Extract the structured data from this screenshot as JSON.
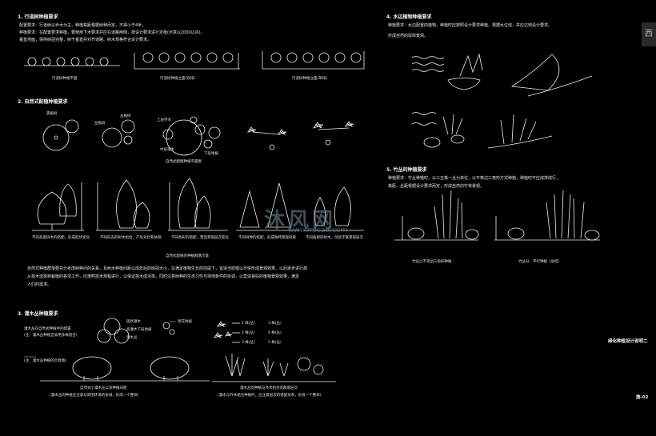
{
  "sections": {
    "s1": {
      "title": "1. 行道树种植要求",
      "lines": [
        "配置要求：行道树以乔木为主，种植株距根据树种而定，不得小于4米，",
        "种植要求：在配置要求种植，要使用下木要求并应在道路两侧，按设计要求进行定植(示意以2000以内)，",
        "            垂直地面，保持树冠完整，树干垂直并对齐道路、树木规格符合设计要求。"
      ],
      "captions": [
        "行道树种植平面",
        "行道树种植立面(双排)",
        "行道树种植立面(单排)"
      ]
    },
    "s2": {
      "title": "2. 自然式配植种植要求",
      "plan_caption": "自然式配植种植平面图",
      "callouts": [
        "孤植树",
        "丛植树",
        "丛植树",
        "上层乔木",
        "中层灌木",
        "下层地被"
      ],
      "elev_captions": [
        "不同高度树木的搭配，形成起伏变化",
        "不同形态的树木组合，产生对比和协调",
        "不同色彩的搭配，营造景观层次变化",
        "不同树种的搭配，形成独特景观效果",
        "不同质感的树木，创造丰富景观层次"
      ],
      "group_caption": "自然式配植的种植群落示意",
      "paragraph": [
        "自然式种植群落要充分考虑树种间的关系，且树木种植间距以成年后的树冠大小，在满足植物生长的前提下，宜适当密植以尽快形成景观效果，以后逐步进行疏",
        "从苗木选择到栽植的各项工作，应按照技术规程进行，以保证苗木成活率。同时注意树种的生态习性与场地条件的协调，以营造良好的植物景观效果，满足",
        "人们的需求。"
      ]
    },
    "s3": {
      "title": "3. 灌木丛种植要求",
      "left_lines": [
        "灌木丛在自然式种植中的配置",
        "(注：灌木丛种植宜采用多株组合)"
      ],
      "bush_labels": [
        "团状灌木",
        "高灌木下层地被",
        "灌木丛"
      ],
      "legend_top": "草花地被",
      "legend_grid": [
        [
          "1 株(丛)",
          "3 株(丛)"
        ],
        [
          "2 株(丛)",
          "4 株(丛)"
        ],
        [
          "3 株(丛)",
          "5 株(丛)"
        ]
      ],
      "left_note": "(注：灌木丛种植的示意图)",
      "captions": [
        "自然式小灌木丛以及种植间距",
        "灌木丛的种植与乔木组合的群落层次"
      ],
      "sub_captions": [
        "(灌木丛的种植应注意与周围环境的协调，形成一个整体)",
        "(灌木与乔木组合种植时，应注意层次的搭配关系，形成一个整体)"
      ]
    },
    "s4": {
      "title": "4. 水边植物种植要求",
      "lines": [
        "种植要求：水边配置的植物，种植时应按照设计要求种植，根据水位线，并应达到设计要求。",
        "            形成自然的驳岸景观。"
      ]
    },
    "s5": {
      "title": "5. 竹丛的种植要求",
      "lines": [
        "种植要求：竹丛种植时，以三五株一丛为单位，以不等边三角形方式种植，种植时不应成排成行，",
        "            株距、丛距根据设计要求而定，形成自然的竹林景观。"
      ],
      "captions": [
        "竹丛以不等边三角形种植",
        "竹丛分、平行种植（总结）"
      ]
    }
  },
  "side_note": "绿化种植设计说明二",
  "page_code": "施-02",
  "corner_char": "西",
  "watermark": {
    "logo": "沐风网",
    "url": "www.mfcad.com"
  }
}
